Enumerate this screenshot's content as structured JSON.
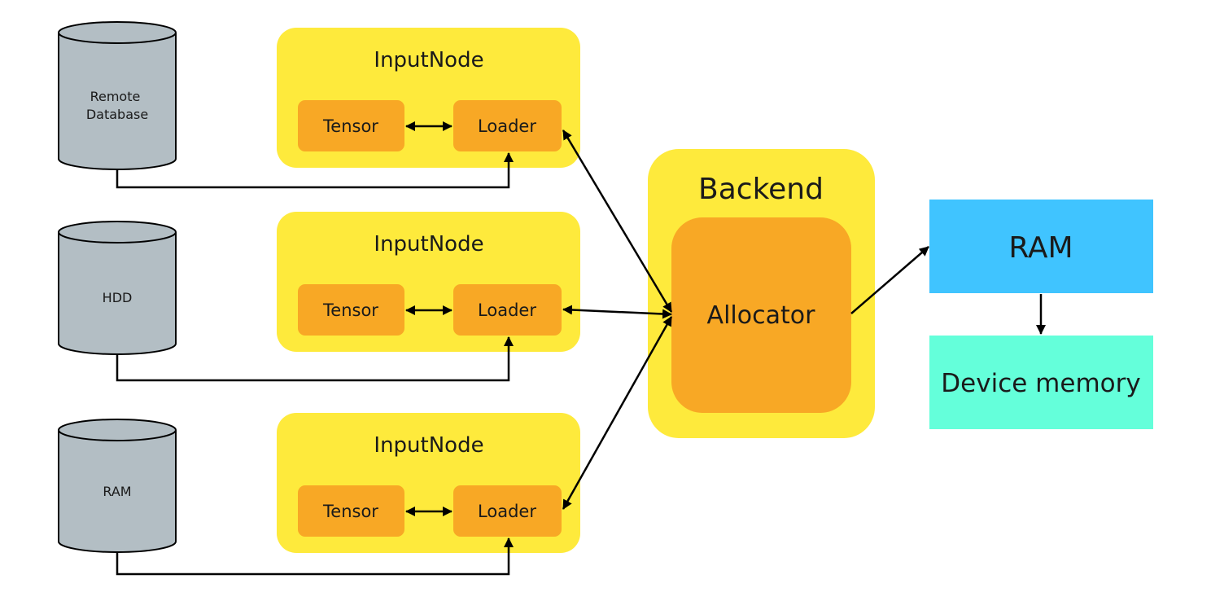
{
  "colors": {
    "cylinder_fill": "#b3bec4",
    "cylinder_stroke": "#000000",
    "inputnode_fill": "#feea3c",
    "inner_box_fill": "#f8a825",
    "backend_fill": "#feea3c",
    "allocator_fill": "#f8a825",
    "ram_fill": "#40c4ff",
    "device_memory_fill": "#64ffda",
    "arrow": "#000000"
  },
  "sources": [
    {
      "label_lines": [
        "Remote",
        "Database"
      ]
    },
    {
      "label_lines": [
        "HDD"
      ]
    },
    {
      "label_lines": [
        "RAM"
      ]
    }
  ],
  "input_nodes": [
    {
      "title": "InputNode",
      "tensor": "Tensor",
      "loader": "Loader"
    },
    {
      "title": "InputNode",
      "tensor": "Tensor",
      "loader": "Loader"
    },
    {
      "title": "InputNode",
      "tensor": "Tensor",
      "loader": "Loader"
    }
  ],
  "backend": {
    "title": "Backend",
    "allocator": "Allocator"
  },
  "ram": {
    "label": "RAM"
  },
  "device_memory": {
    "label": "Device memory"
  },
  "connections": [
    {
      "from": "source-0",
      "to": "loader-0",
      "kind": "uni"
    },
    {
      "from": "source-1",
      "to": "loader-1",
      "kind": "uni"
    },
    {
      "from": "source-2",
      "to": "loader-2",
      "kind": "uni"
    },
    {
      "from": "tensor-0",
      "to": "loader-0",
      "kind": "bi"
    },
    {
      "from": "tensor-1",
      "to": "loader-1",
      "kind": "bi"
    },
    {
      "from": "tensor-2",
      "to": "loader-2",
      "kind": "bi"
    },
    {
      "from": "loader-0",
      "to": "allocator",
      "kind": "bi"
    },
    {
      "from": "loader-1",
      "to": "allocator",
      "kind": "bi"
    },
    {
      "from": "loader-2",
      "to": "allocator",
      "kind": "bi"
    },
    {
      "from": "allocator",
      "to": "ram",
      "kind": "uni"
    },
    {
      "from": "ram",
      "to": "device-memory",
      "kind": "uni"
    }
  ]
}
